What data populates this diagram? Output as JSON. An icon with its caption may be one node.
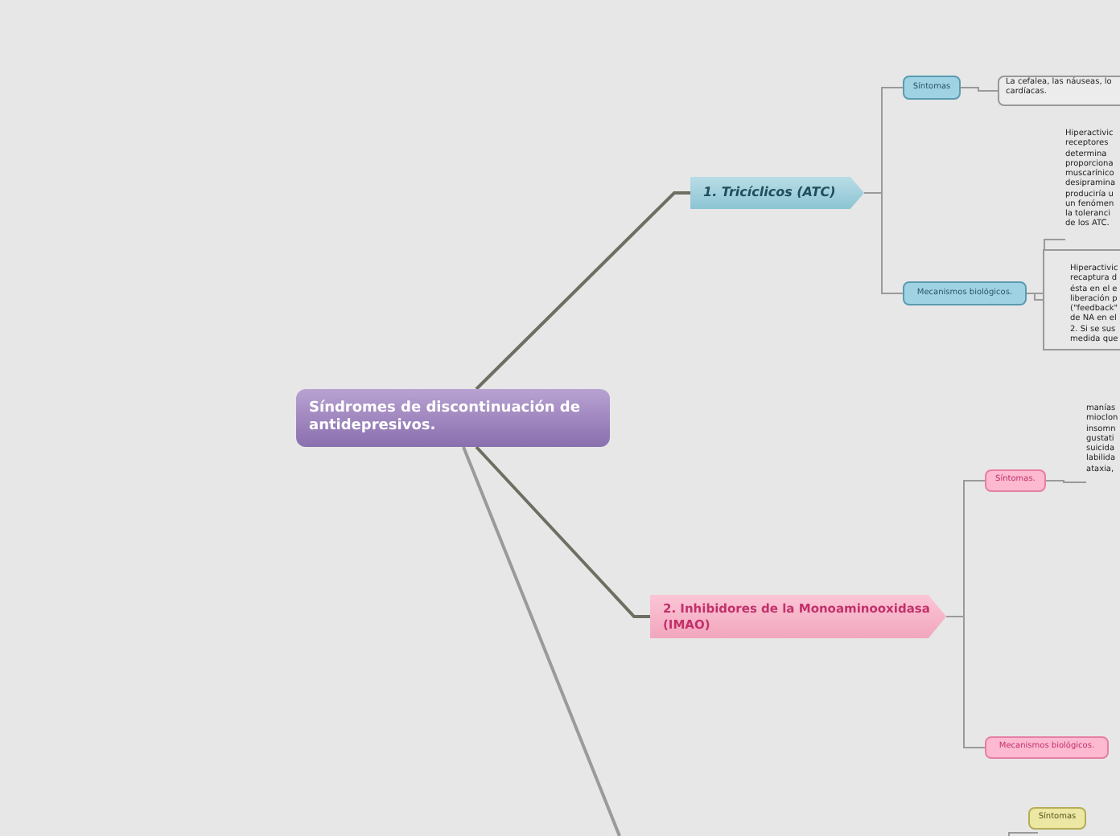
{
  "diagram": {
    "nodes": [
      {
        "text": [
          "Síndromes de discontinuación de antidepresivos."
        ]
      },
      {
        "text": [
          "1. Tricíclicos (ATC)"
        ]
      },
      {
        "text": [
          "Síntomas"
        ]
      },
      {
        "text": [
          "La cefalea, las náuseas, lo cardíacas."
        ]
      },
      {
        "text": [
          "Mecanismos biológicos."
        ]
      },
      {
        "text": [
          "Hiperactivic receptores determina proporciona muscarínico desipramina produciría u un fenómen la toleranci de los ATC."
        ]
      },
      {
        "text": [
          "Hiperactivic recaptura d ésta en el e liberación p (\"feedback\" de NA en el 2. Si se sus medida que"
        ]
      },
      {
        "text": [
          "2. Inhibidores de la Monoaminooxidasa (IMAO)"
        ]
      },
      {
        "text": [
          "Síntomas."
        ]
      },
      {
        "text": [
          "manías mioclon insomn gustati suicida labilida ataxia,"
        ]
      },
      {
        "text": [
          "Mecanismos biológicos."
        ]
      },
      {
        "text": [
          "Síntomas"
        ]
      }
    ],
    "edges": [
      {
        "from": 0,
        "to": 1,
        "arrow": "none"
      },
      {
        "from": 0,
        "to": 7,
        "arrow": "none"
      },
      {
        "from": 0,
        "to": null,
        "arrow": "none"
      },
      {
        "from": 1,
        "to": 2,
        "arrow": "none"
      },
      {
        "from": 1,
        "to": 4,
        "arrow": "none"
      },
      {
        "from": 2,
        "to": 3,
        "arrow": "none"
      },
      {
        "from": 4,
        "to": 5,
        "arrow": "none"
      },
      {
        "from": 4,
        "to": 6,
        "arrow": "none"
      },
      {
        "from": 7,
        "to": 8,
        "arrow": "none"
      },
      {
        "from": 7,
        "to": 10,
        "arrow": "none"
      },
      {
        "from": 8,
        "to": 9,
        "arrow": "none"
      },
      {
        "from": null,
        "to": 11,
        "arrow": "none"
      }
    ]
  }
}
